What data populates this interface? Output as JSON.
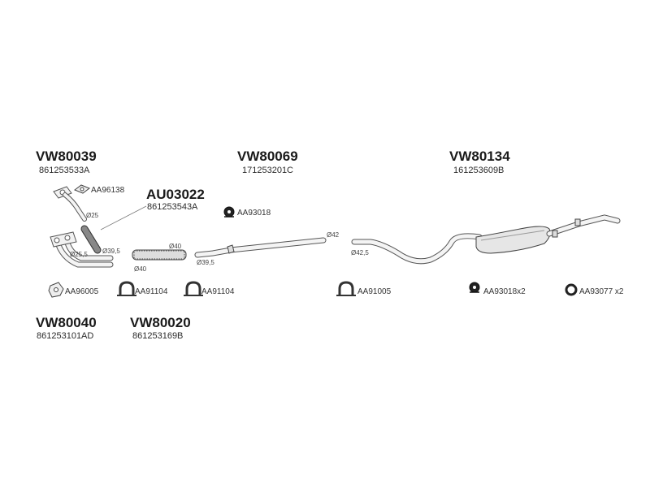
{
  "groups": [
    {
      "part": "VW80039",
      "oe": "861253533A"
    },
    {
      "part": "AU03022",
      "oe": "861253543A"
    },
    {
      "part": "VW80069",
      "oe": "171253201C"
    },
    {
      "part": "VW80134",
      "oe": "161253609B"
    },
    {
      "part": "VW80040",
      "oe": "861253101AD"
    },
    {
      "part": "VW80020",
      "oe": "861253169B"
    }
  ],
  "accessories": [
    {
      "label": "AA96138"
    },
    {
      "label": "AA93018"
    },
    {
      "label": "AA96005"
    },
    {
      "label": "AA91104"
    },
    {
      "label": "AA91104"
    },
    {
      "label": "AA91005"
    },
    {
      "label": "AA93018x2"
    },
    {
      "label": "AA93077 x2"
    }
  ],
  "dimensions": [
    "Ø25",
    "Ø25,5",
    "Ø39,5",
    "Ø40",
    "Ø40",
    "Ø39,5",
    "Ø42",
    "Ø42,5"
  ]
}
